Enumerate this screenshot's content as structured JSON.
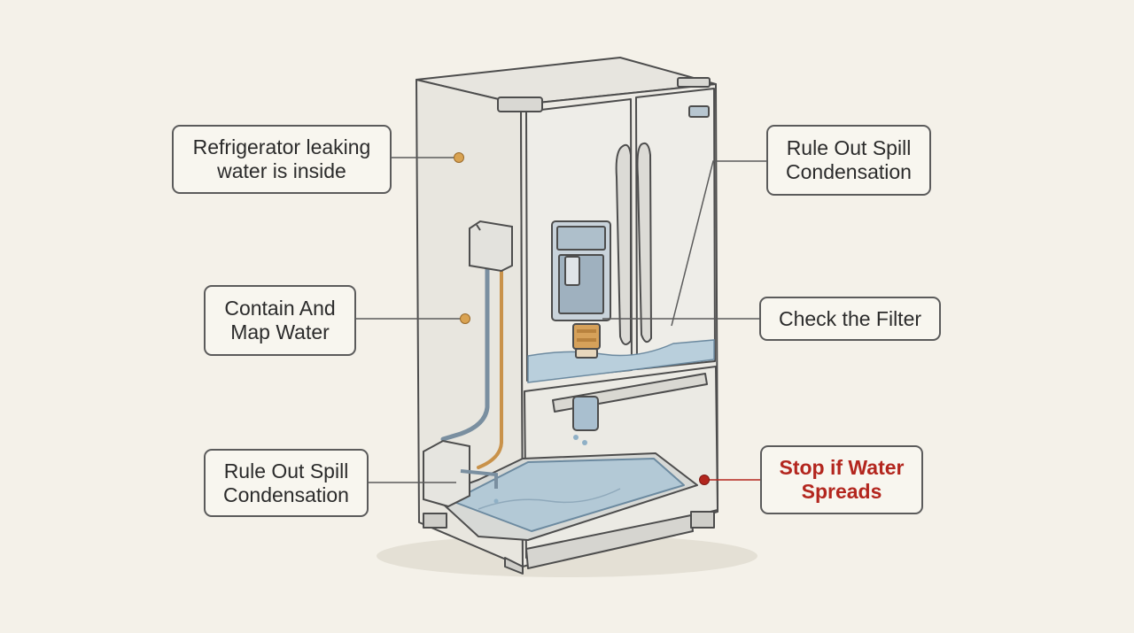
{
  "callouts": {
    "refrigerator_leaking": {
      "line1": "Refrigerator leaking",
      "line2": "water is inside"
    },
    "contain_map": {
      "line1": "Contain And",
      "line2": "Map Water"
    },
    "rule_out_bottom": {
      "line1": "Rule Out Spill",
      "line2": "Condensation"
    },
    "rule_out_top": {
      "line1": "Rule Out Spill",
      "line2": "Condensation"
    },
    "check_filter": {
      "line1": "Check the Filter"
    },
    "stop_spreads": {
      "line1": "Stop if Water",
      "line2": "Spreads"
    }
  },
  "colors": {
    "background": "#f4f1e9",
    "warning": "#b3261e",
    "marker_orange": "#d9a352",
    "water": "#b9cfdc",
    "outline": "#4d4d4d"
  }
}
